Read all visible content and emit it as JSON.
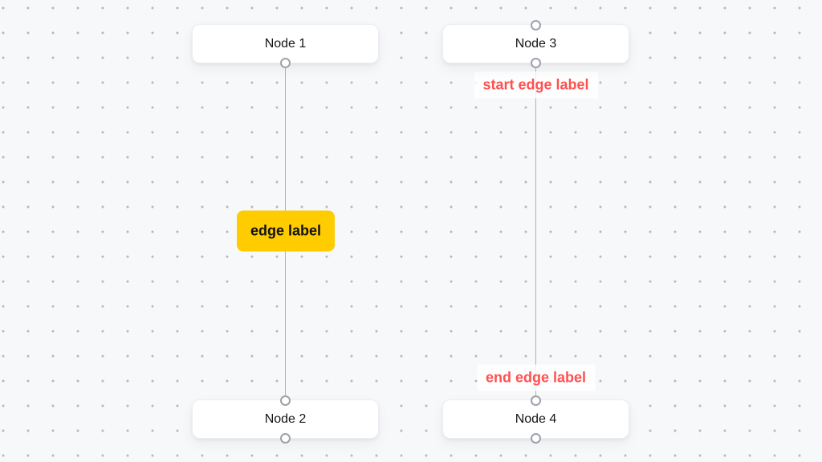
{
  "canvas": {
    "background_color": "#f7f8fa",
    "dot_color": "#b3b7be"
  },
  "nodes": [
    {
      "id": "1",
      "label": "Node 1",
      "handles": [
        "source-bottom"
      ]
    },
    {
      "id": "2",
      "label": "Node 2",
      "handles": [
        "target-top",
        "source-bottom"
      ]
    },
    {
      "id": "3",
      "label": "Node 3",
      "handles": [
        "target-top",
        "source-bottom"
      ]
    },
    {
      "id": "4",
      "label": "Node 4",
      "handles": [
        "target-top",
        "source-bottom"
      ]
    }
  ],
  "edges": [
    {
      "from": "Node 1",
      "to": "Node 2",
      "line_color": "#b1b1b7",
      "label": "edge label",
      "label_bg": "#ffcc00",
      "label_color": "#111111"
    },
    {
      "from": "Node 3",
      "to": "Node 4",
      "line_color": "#b1b1b7",
      "start_label": "start edge label",
      "end_label": "end edge label",
      "label_color": "#ff5050",
      "label_bg": "rgba(255,255,255,0.8)"
    }
  ]
}
